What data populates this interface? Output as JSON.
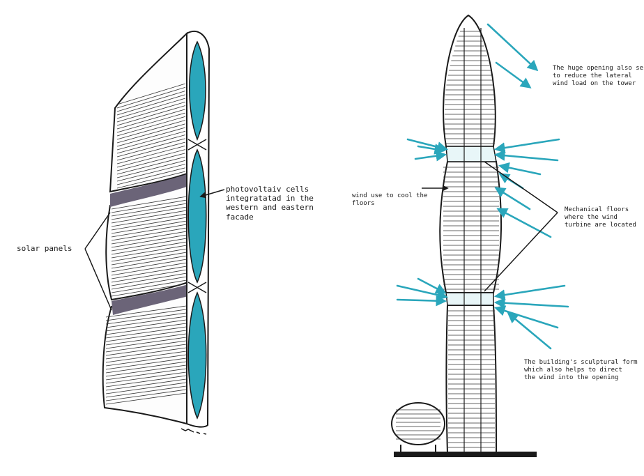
{
  "left_sketch": {
    "title": "",
    "annotations": {
      "pv_cells": "photovoltaiv cells\n integratatad in the\n western and eastern\n facade",
      "solar_panels": "solar panels"
    }
  },
  "right_sketch": {
    "title": "",
    "annotations": {
      "opening": "The huge opening also se\n to reduce the lateral\n wind load on the tower",
      "cool_floors": "wind use to cool the\nfloors",
      "mech_floors": "Mechanical floors\nwhere the wind\nturbine are located",
      "sculptural_form": "The building's sculptural form\nwhich also helps to direct\nthe wind into the opening"
    }
  },
  "colors": {
    "ink": "#1a1a1a",
    "glass": "#2aa6bb",
    "shade": "#6b6478",
    "paper": "#ffffff"
  },
  "icons": [
    "wind-arrow-icon",
    "leader-line-icon"
  ]
}
